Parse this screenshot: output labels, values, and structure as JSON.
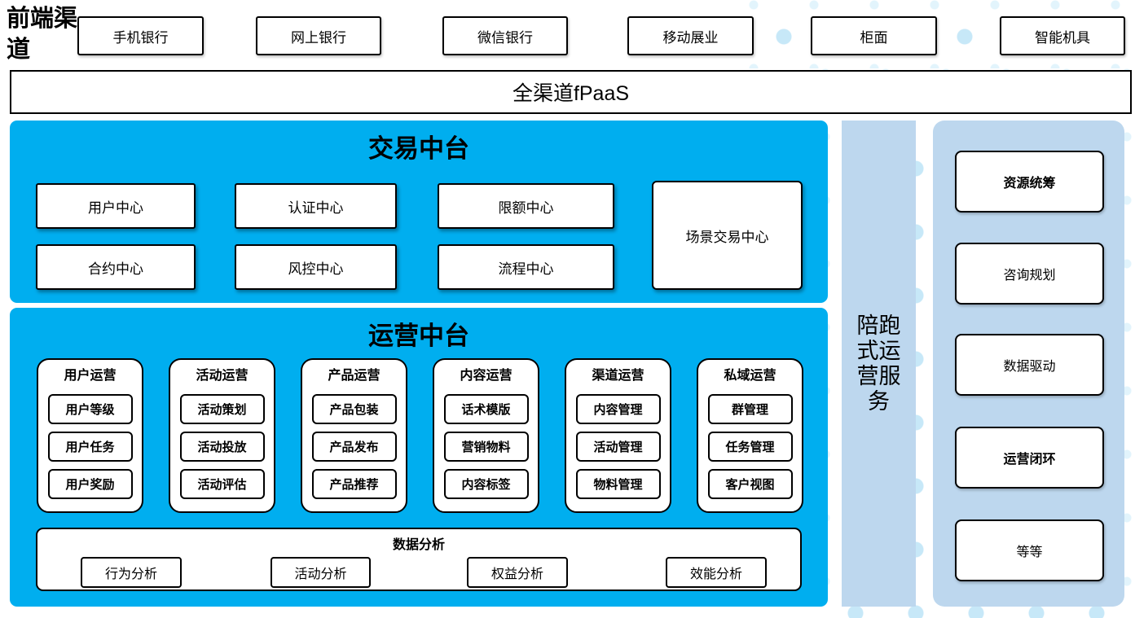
{
  "colors": {
    "bright_blue": "#00AEEF",
    "light_blue": "#BDD7EE",
    "dot_blue": "#C7E8F8",
    "border_black": "#000000"
  },
  "front_channels": {
    "label": "前端渠道",
    "items": [
      "手机银行",
      "网上银行",
      "微信银行",
      "移动展业",
      "柜面",
      "智能机具"
    ]
  },
  "fpaas": {
    "label": "全渠道fPaaS"
  },
  "transaction_platform": {
    "title": "交易中台",
    "row1": [
      "用户中心",
      "认证中心",
      "限额中心"
    ],
    "row2": [
      "合约中心",
      "风控中心",
      "流程中心"
    ],
    "side_box": "场景交易中心"
  },
  "operation_platform": {
    "title": "运营中台",
    "columns": [
      {
        "header": "用户运营",
        "items": [
          "用户等级",
          "用户任务",
          "用户奖励"
        ]
      },
      {
        "header": "活动运营",
        "items": [
          "活动策划",
          "活动投放",
          "活动评估"
        ]
      },
      {
        "header": "产品运营",
        "items": [
          "产品包装",
          "产品发布",
          "产品推荐"
        ]
      },
      {
        "header": "内容运营",
        "items": [
          "话术模版",
          "营销物料",
          "内容标签"
        ]
      },
      {
        "header": "渠道运营",
        "items": [
          "内容管理",
          "活动管理",
          "物料管理"
        ]
      },
      {
        "header": "私域运营",
        "items": [
          "群管理",
          "任务管理",
          "客户视图"
        ]
      }
    ],
    "analysis": {
      "title": "数据分析",
      "items": [
        "行为分析",
        "活动分析",
        "权益分析",
        "效能分析"
      ]
    }
  },
  "side_service": {
    "label": "陪跑式运营服务"
  },
  "right_panel": {
    "items": [
      "资源统筹",
      "咨询规划",
      "数据驱动",
      "运营闭环",
      "等等"
    ]
  }
}
